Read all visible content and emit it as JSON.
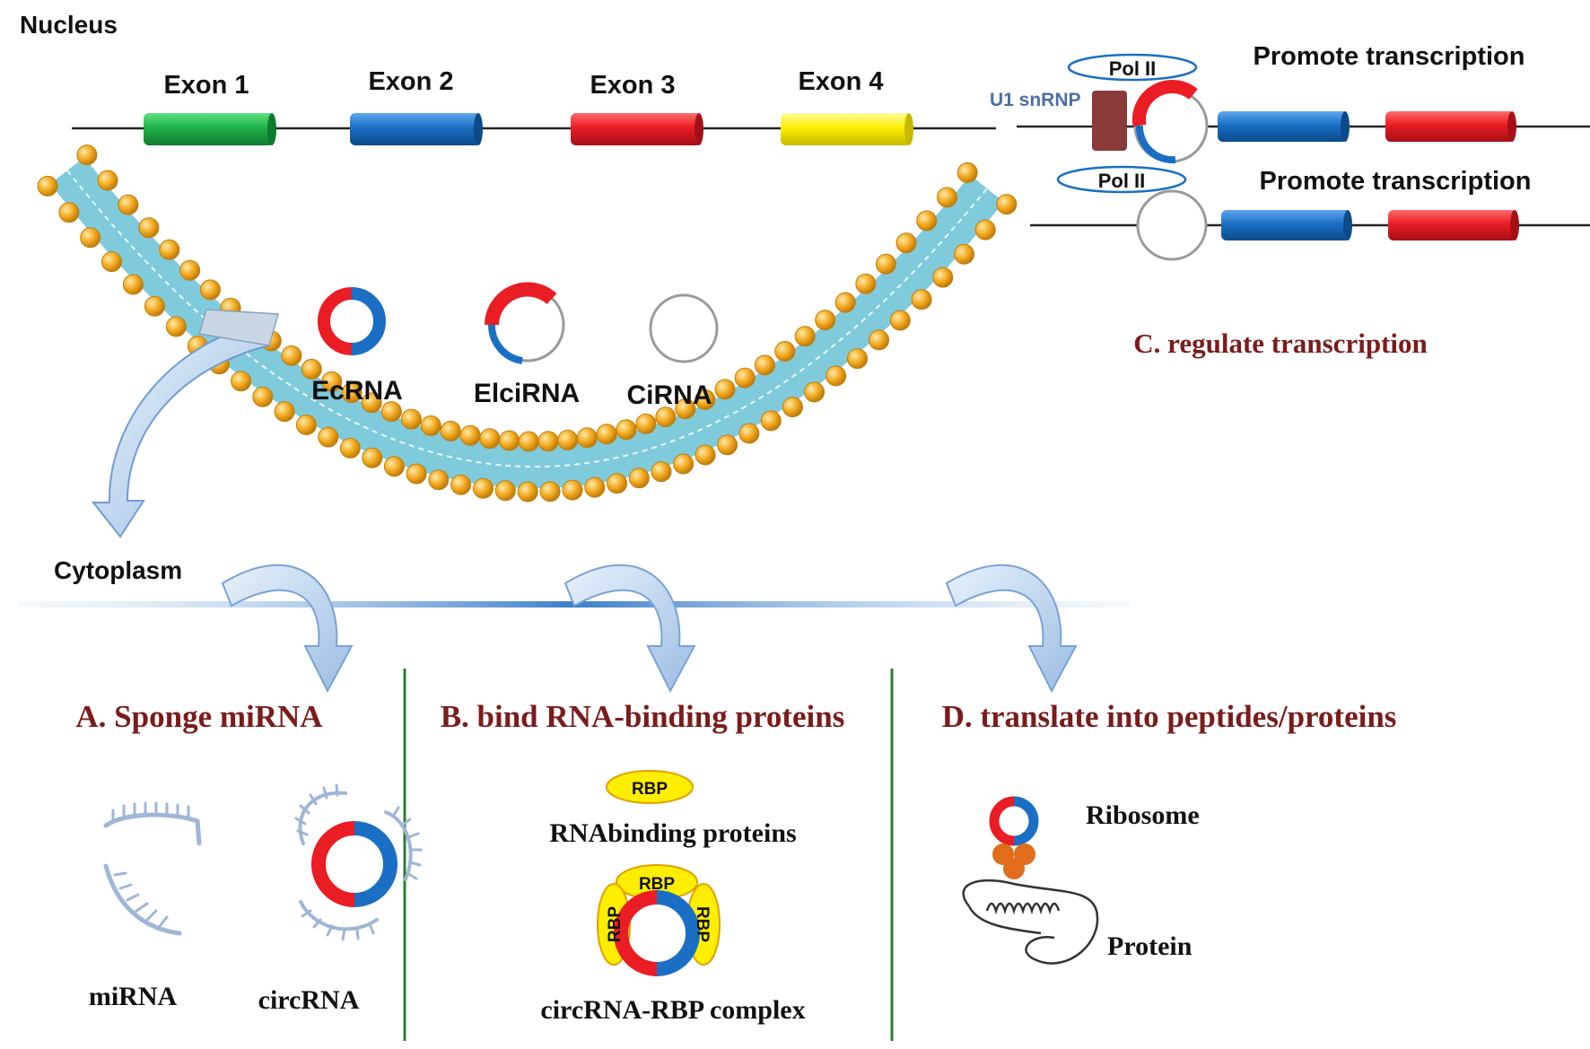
{
  "nucleus": {
    "label": "Nucleus",
    "exons": [
      {
        "label": "Exon 1",
        "color": "#1fb34a"
      },
      {
        "label": "Exon 2",
        "color": "#1a6fc4"
      },
      {
        "label": "Exon 3",
        "color": "#ea1c24"
      },
      {
        "label": "Exon 4",
        "color": "#ffee00"
      }
    ]
  },
  "circ_types": {
    "ecrna": "EcRNA",
    "elcirna": "ElciRNA",
    "cirna": "CiRNA"
  },
  "cytoplasm": {
    "label": "Cytoplasm"
  },
  "transcription": {
    "top_pol": "Pol II",
    "u1": "U1 snRNP",
    "top_label": "Promote transcription",
    "bottom_pol": "Pol II",
    "bottom_label": "Promote transcription",
    "section_title": "C. regulate transcription"
  },
  "section_a": {
    "title": "A. Sponge miRNA",
    "mirna": "miRNA",
    "circrna": "circRNA"
  },
  "section_b": {
    "title": "B. bind RNA-binding proteins",
    "rbp": "RBP",
    "rbp_caption": "RNAbinding proteins",
    "complex_rbp_top": "RBP",
    "complex_rbp_left": "RBP",
    "complex_rbp_right": "RBP",
    "complex_caption": "circRNA-RBP complex"
  },
  "section_d": {
    "title": "D. translate into peptides/proteins",
    "ribosome": "Ribosome",
    "protein": "Protein"
  },
  "colors": {
    "green": "#1fb34a",
    "blue": "#1a6fc4",
    "red": "#ea1c24",
    "yellow": "#ffee00",
    "title_red": "#7a1c1c",
    "membrane_bead": "#f2a81d",
    "membrane_fill": "#7fcbdc",
    "divider_green": "#2e7d32",
    "u1_brown": "#8b3a3a",
    "ribosome_orange": "#e06c1c"
  }
}
